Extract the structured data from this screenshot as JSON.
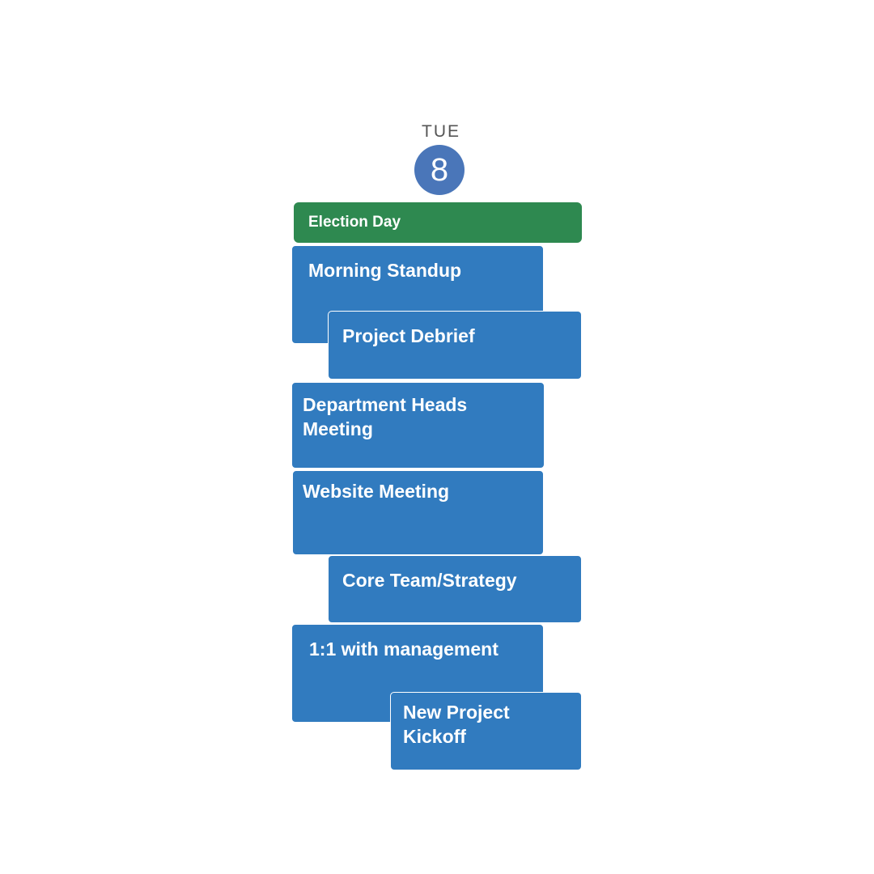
{
  "day": {
    "weekday": "TUE",
    "date": "8"
  },
  "all_day_event": {
    "title": "Election Day",
    "color": "#2e8950"
  },
  "event_color": "#317bbf",
  "events": [
    {
      "title": "Morning Standup"
    },
    {
      "title": "Project Debrief"
    },
    {
      "title": "Department Heads Meeting"
    },
    {
      "title": "Website Meeting"
    },
    {
      "title": "Core Team/Strategy"
    },
    {
      "title": "1:1 with management"
    },
    {
      "title": "New Project Kickoff"
    }
  ]
}
